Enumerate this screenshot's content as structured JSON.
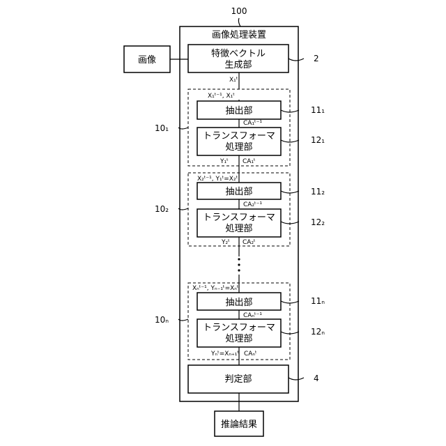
{
  "diagram": {
    "ref_top": "100",
    "apparatus_label": "画像処理装置",
    "input": "画像",
    "feature_gen_line1": "特徴ベクトル",
    "feature_gen_line2": "生成部",
    "ref_feature_gen": "2",
    "x1t": "X₁ᵗ",
    "block1": {
      "ref": "10₁",
      "inputs": "X₁ᵗ⁻¹, X₁ᵗ",
      "extract": "抽出部",
      "ref_extract": "11₁",
      "ca_mid": "CA₁ᵗ⁻¹",
      "tf_line1": "トランスフォーマ",
      "tf_line2": "処理部",
      "ref_tf": "12₁",
      "out_y": "Y₁ᵗ",
      "out_ca": "CA₁ᵗ"
    },
    "block2": {
      "ref": "10₂",
      "inputs": "X₂ᵗ⁻¹, Y₁ᵗ=X₂ᵗ",
      "extract": "抽出部",
      "ref_extract": "11₂",
      "ca_mid": "CA₂ᵗ⁻¹",
      "tf_line1": "トランスフォーマ",
      "tf_line2": "処理部",
      "ref_tf": "12₂",
      "out_y": "Y₂ᵗ",
      "out_ca": "CA₂ᵗ"
    },
    "blockn": {
      "ref": "10ₙ",
      "inputs": "Xₙᵗ⁻¹, Yₙ₋₁ᵗ=Xₙᵗ",
      "extract": "抽出部",
      "ref_extract": "11ₙ",
      "ca_mid": "CAₙᵗ⁻¹",
      "tf_line1": "トランスフォーマ",
      "tf_line2": "処理部",
      "ref_tf": "12ₙ",
      "out_y": "Yₙᵗ=Xₙ₊₁ᵗ",
      "out_ca": "CAₙᵗ"
    },
    "judge": "判定部",
    "ref_judge": "4",
    "output": "推論結果"
  }
}
